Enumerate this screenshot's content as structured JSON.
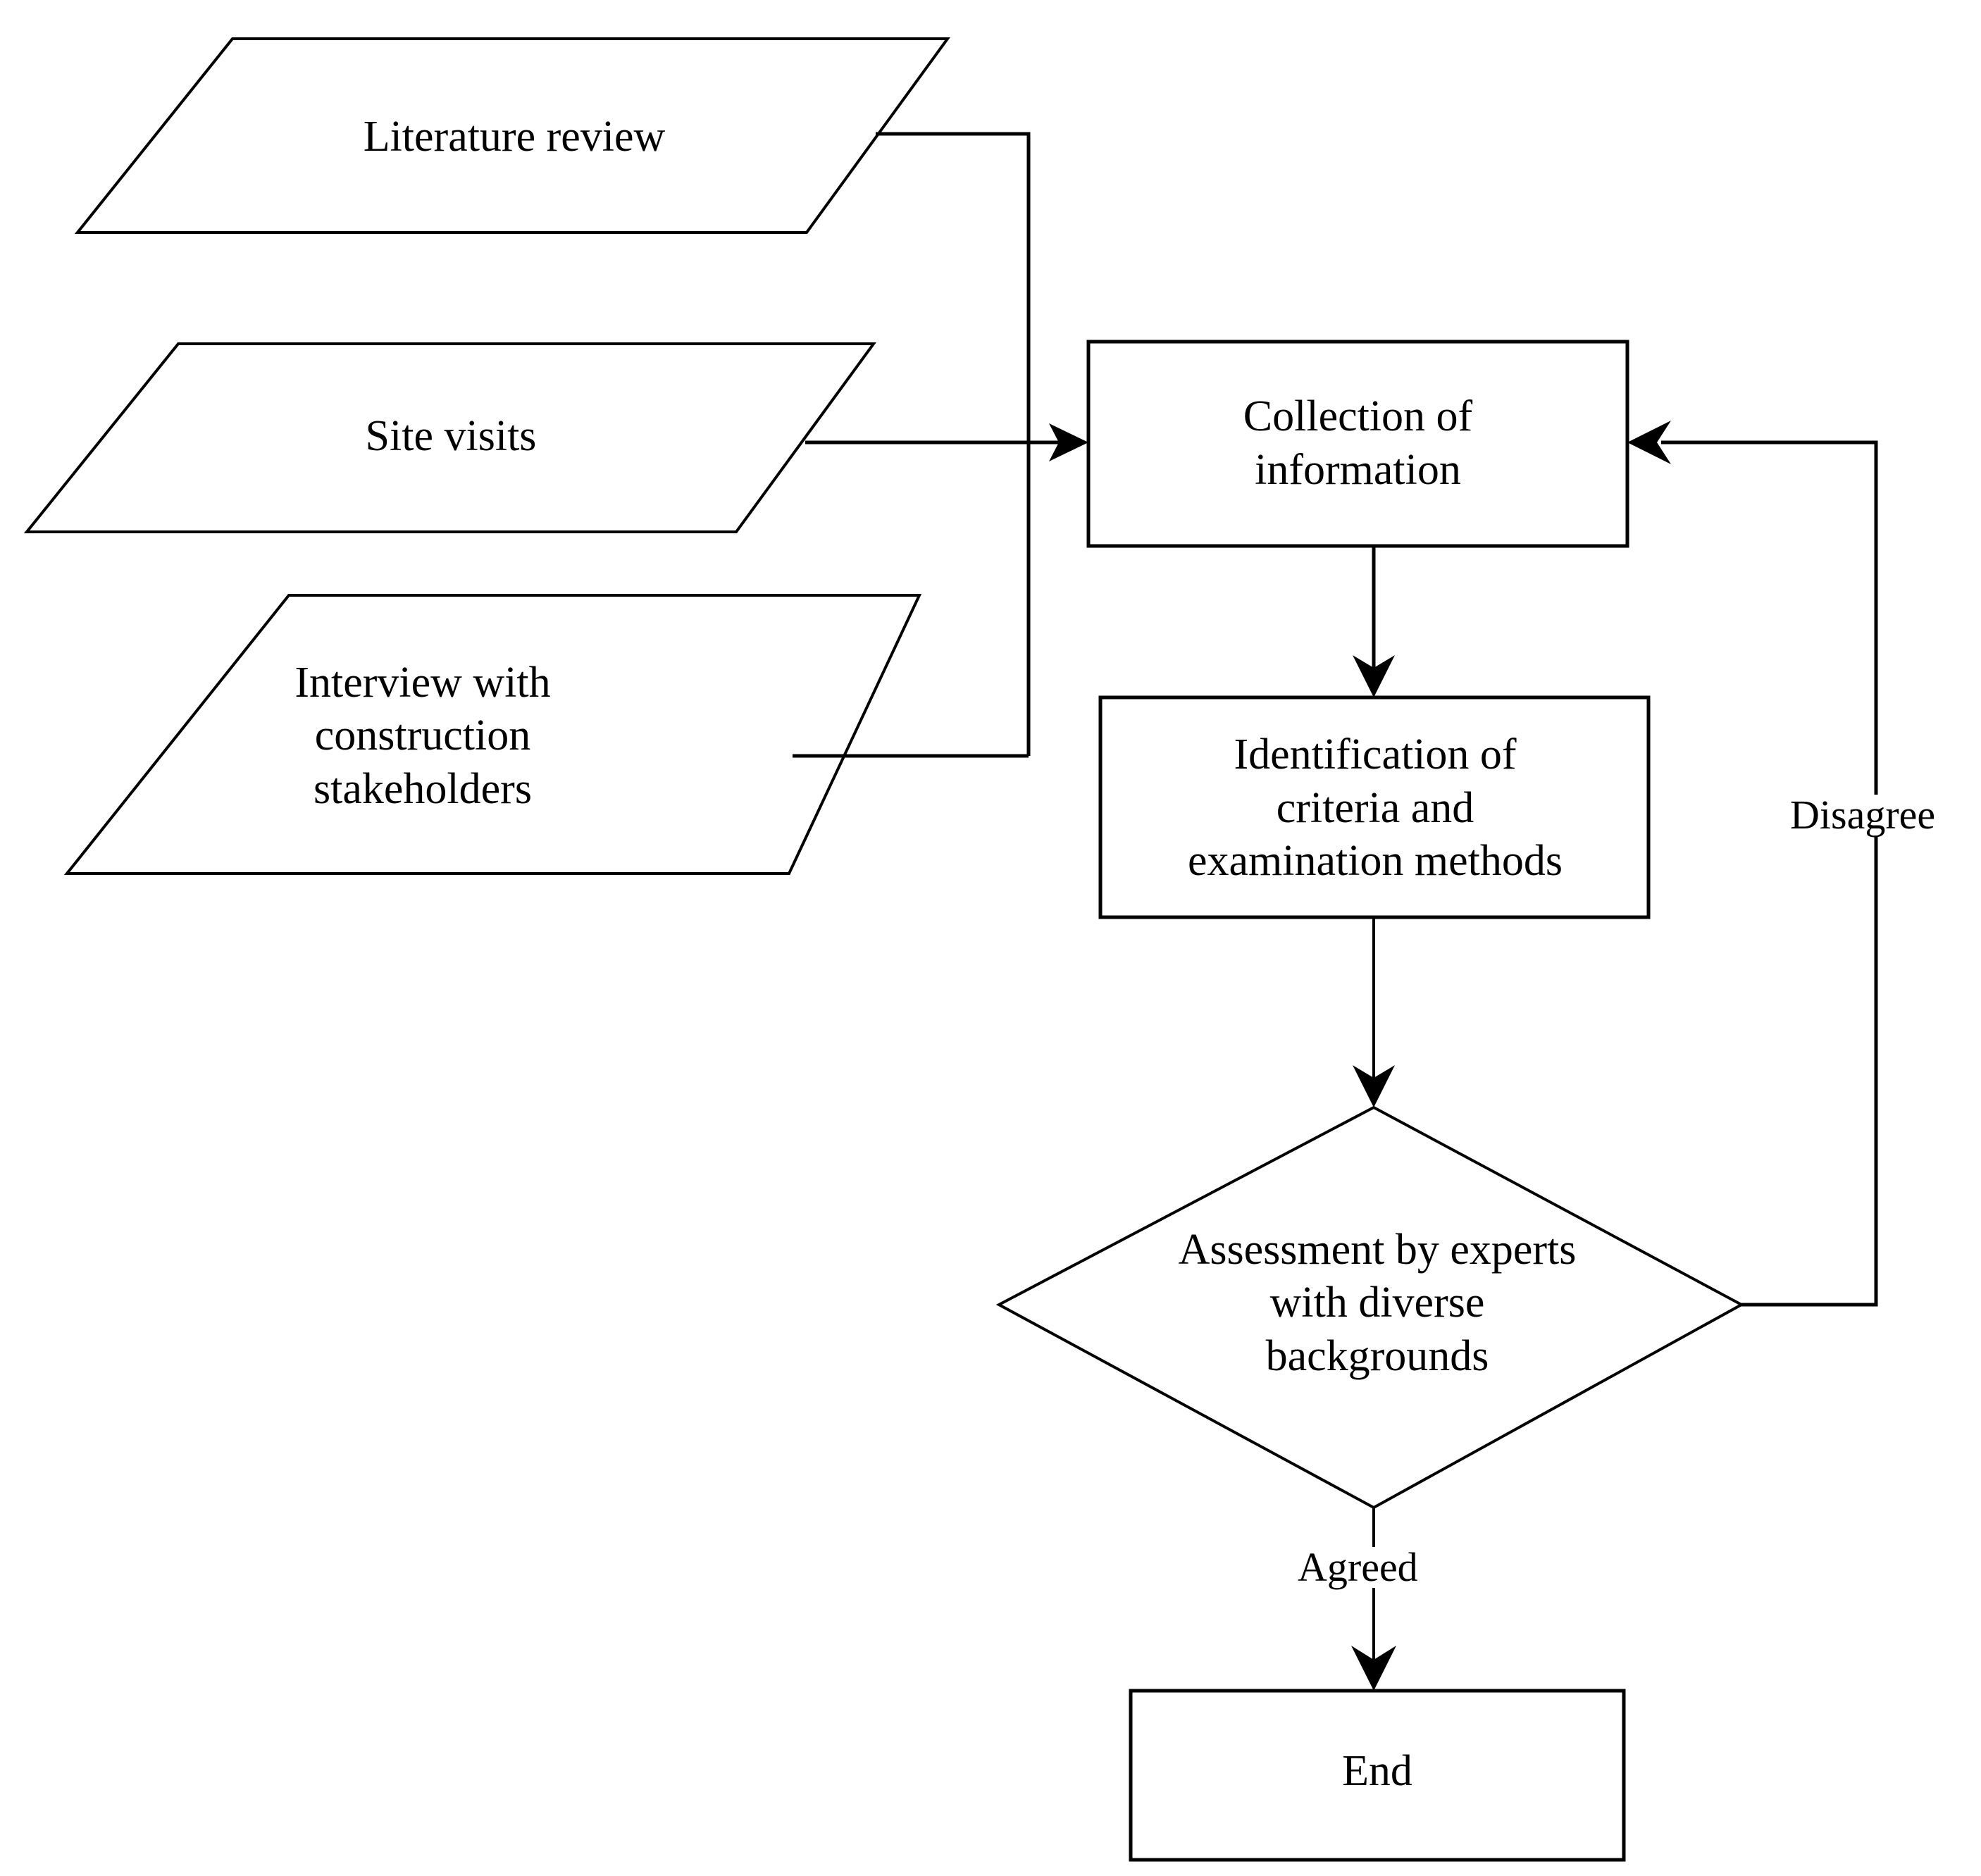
{
  "diagram": {
    "title": "Research methodology flowchart",
    "background_color": "#ffffff",
    "line_color": "#000000",
    "nodes": [
      {
        "id": "literature-review",
        "shape": "parallelogram",
        "label": "Literature review"
      },
      {
        "id": "site-visits",
        "shape": "parallelogram",
        "label": "Site visits"
      },
      {
        "id": "interview",
        "shape": "parallelogram",
        "label": "Interview with\nconstruction\nstakeholders"
      },
      {
        "id": "collection",
        "shape": "rectangle",
        "label": "Collection of\ninformation"
      },
      {
        "id": "identification",
        "shape": "rectangle",
        "label": "Identification of\ncriteria and\nexamination methods"
      },
      {
        "id": "assessment",
        "shape": "diamond",
        "label": "Assessment by experts\nwith diverse\nbackgrounds"
      },
      {
        "id": "end",
        "shape": "rectangle",
        "label": "End"
      }
    ],
    "edges": [
      {
        "from": "literature-review",
        "to": "collection",
        "label": ""
      },
      {
        "from": "site-visits",
        "to": "collection",
        "label": ""
      },
      {
        "from": "interview",
        "to": "collection",
        "label": ""
      },
      {
        "from": "collection",
        "to": "identification",
        "label": ""
      },
      {
        "from": "identification",
        "to": "assessment",
        "label": ""
      },
      {
        "from": "assessment",
        "to": "collection",
        "label": "Disagree"
      },
      {
        "from": "assessment",
        "to": "end",
        "label": "Agreed"
      }
    ],
    "labels": {
      "literature_review": "Literature review",
      "site_visits": "Site visits",
      "interview": "Interview with\nconstruction\nstakeholders",
      "collection": "Collection of\ninformation",
      "identification": "Identification of\ncriteria and\nexamination methods",
      "assessment": "Assessment by experts\nwith diverse\nbackgrounds",
      "end": "End",
      "disagree": "Disagree",
      "agreed": "Agreed"
    }
  }
}
